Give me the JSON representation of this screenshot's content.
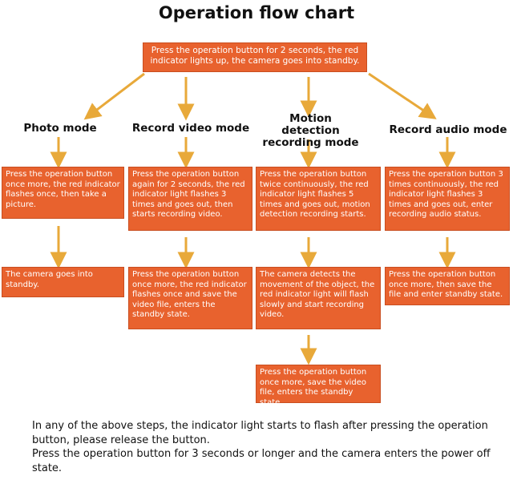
{
  "title": "Operation flow chart",
  "start": "Press the operation button for 2 seconds, the red indicator lights up, the camera goes into standby.",
  "modes": [
    {
      "name": "Photo mode",
      "steps": [
        "Press the operation button once more, the red indicator flashes once, then take a picture.",
        "The camera goes into standby."
      ]
    },
    {
      "name": "Record video mode",
      "steps": [
        "Press the operation button again for 2 seconds, the red indicator light flashes 3 times and goes out, then starts recording video.",
        "Press the operation button once more, the red indicator flashes once and save the video file, enters the standby state."
      ]
    },
    {
      "name": "Motion detection recording mode",
      "steps": [
        "Press the operation button twice continuously, the red indicator light flashes 5 times and goes out, motion detection recording starts.",
        "The camera detects the movement of the object, the red indicator light will flash slowly and start recording video.",
        "Press the operation button once more, save the video file, enters the standby state."
      ]
    },
    {
      "name": "Record audio mode",
      "steps": [
        "Press the operation button 3 times continuously, the red indicator light flashes 3 times and goes out, enter recording audio status.",
        "Press the operation button once more, then save the file and enter standby state."
      ]
    }
  ],
  "notes": [
    "In any of the above steps, the indicator light starts to flash after pressing the operation button, please release the button.",
    "Press the operation button for 3 seconds or longer and the camera enters the power off state."
  ],
  "colors": {
    "box": "#e8622e",
    "arrow": "#e8a93a"
  }
}
